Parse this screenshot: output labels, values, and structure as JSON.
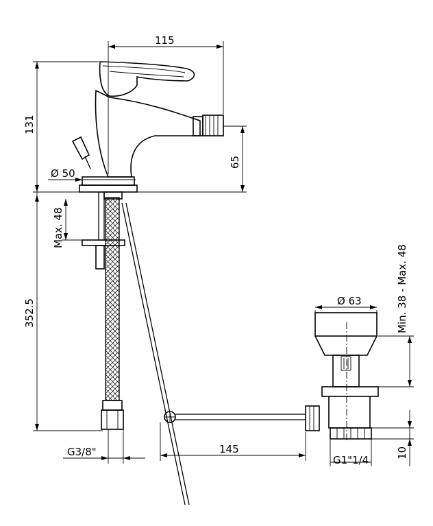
{
  "dimensions": {
    "width_top": "115",
    "height_total": "131",
    "spout_height": "65",
    "base_diameter": "Ø 50",
    "max_thickness": "Max. 48",
    "hose_length": "352.5",
    "hose_thread": "G3/8\"",
    "rod_length": "145",
    "waste_diameter": "Ø 63",
    "waste_range": "Min. 38 - Max. 48",
    "waste_thread": "G1\"1/4",
    "thread_length": "10"
  }
}
